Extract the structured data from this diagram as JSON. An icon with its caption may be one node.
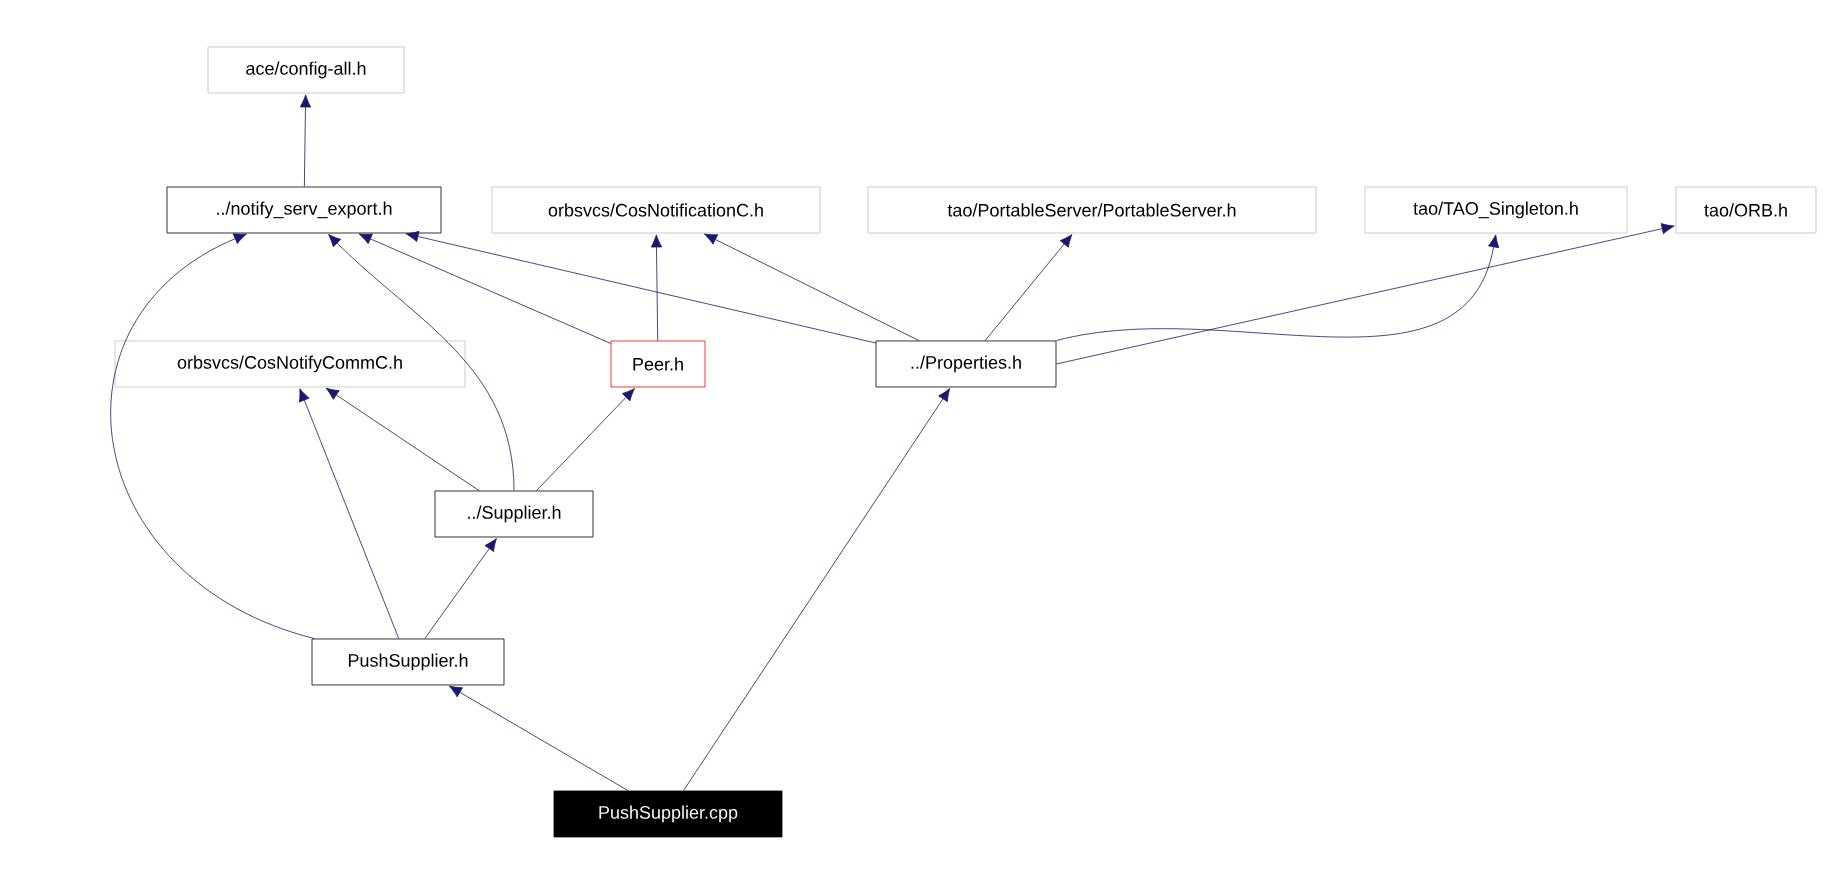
{
  "diagram": {
    "nodes": [
      {
        "text": [
          "ace/config-all.h"
        ]
      },
      {
        "text": [
          "../notify_serv_export.h"
        ]
      },
      {
        "text": [
          "orbsvcs/CosNotificationC.h"
        ]
      },
      {
        "text": [
          "tao/PortableServer/PortableServer.h"
        ]
      },
      {
        "text": [
          "tao/TAO_Singleton.h"
        ]
      },
      {
        "text": [
          "tao/ORB.h"
        ]
      },
      {
        "text": [
          "orbsvcs/CosNotifyCommC.h"
        ]
      },
      {
        "text": [
          "Peer.h"
        ]
      },
      {
        "text": [
          "../Properties.h"
        ]
      },
      {
        "text": [
          "../Supplier.h"
        ]
      },
      {
        "text": [
          "PushSupplier.h"
        ]
      },
      {
        "text": [
          "PushSupplier.cpp"
        ]
      }
    ],
    "edges": [
      {
        "from": 1,
        "to": 0,
        "arrow": "to"
      },
      {
        "from": 7,
        "to": 1,
        "arrow": "to"
      },
      {
        "from": 7,
        "to": 2,
        "arrow": "to"
      },
      {
        "from": 8,
        "to": 1,
        "arrow": "to"
      },
      {
        "from": 8,
        "to": 2,
        "arrow": "to"
      },
      {
        "from": 8,
        "to": 3,
        "arrow": "to"
      },
      {
        "from": 8,
        "to": 4,
        "arrow": "to"
      },
      {
        "from": 8,
        "to": 5,
        "arrow": "to"
      },
      {
        "from": 9,
        "to": 6,
        "arrow": "to"
      },
      {
        "from": 9,
        "to": 1,
        "arrow": "to"
      },
      {
        "from": 9,
        "to": 7,
        "arrow": "to"
      },
      {
        "from": 10,
        "to": 1,
        "arrow": "to"
      },
      {
        "from": 10,
        "to": 6,
        "arrow": "to"
      },
      {
        "from": 10,
        "to": 9,
        "arrow": "to"
      },
      {
        "from": 11,
        "to": 10,
        "arrow": "to"
      },
      {
        "from": 11,
        "to": 8,
        "arrow": "to"
      }
    ]
  }
}
